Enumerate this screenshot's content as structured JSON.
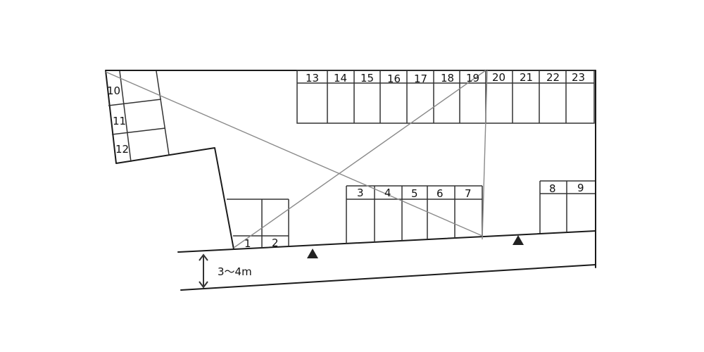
{
  "parking_lot": {
    "spaces": [
      {
        "number": "1"
      },
      {
        "number": "2"
      },
      {
        "number": "3"
      },
      {
        "number": "4"
      },
      {
        "number": "5"
      },
      {
        "number": "6"
      },
      {
        "number": "7"
      },
      {
        "number": "8"
      },
      {
        "number": "9"
      },
      {
        "number": "10"
      },
      {
        "number": "11"
      },
      {
        "number": "12"
      },
      {
        "number": "13"
      },
      {
        "number": "14"
      },
      {
        "number": "15"
      },
      {
        "number": "16"
      },
      {
        "number": "17"
      },
      {
        "number": "18"
      },
      {
        "number": "19"
      },
      {
        "number": "20"
      },
      {
        "number": "21"
      },
      {
        "number": "22"
      },
      {
        "number": "23"
      }
    ],
    "road_width_label": "3～4m",
    "entrance_markers": [
      "entrance-marker-left",
      "entrance-marker-right"
    ]
  }
}
